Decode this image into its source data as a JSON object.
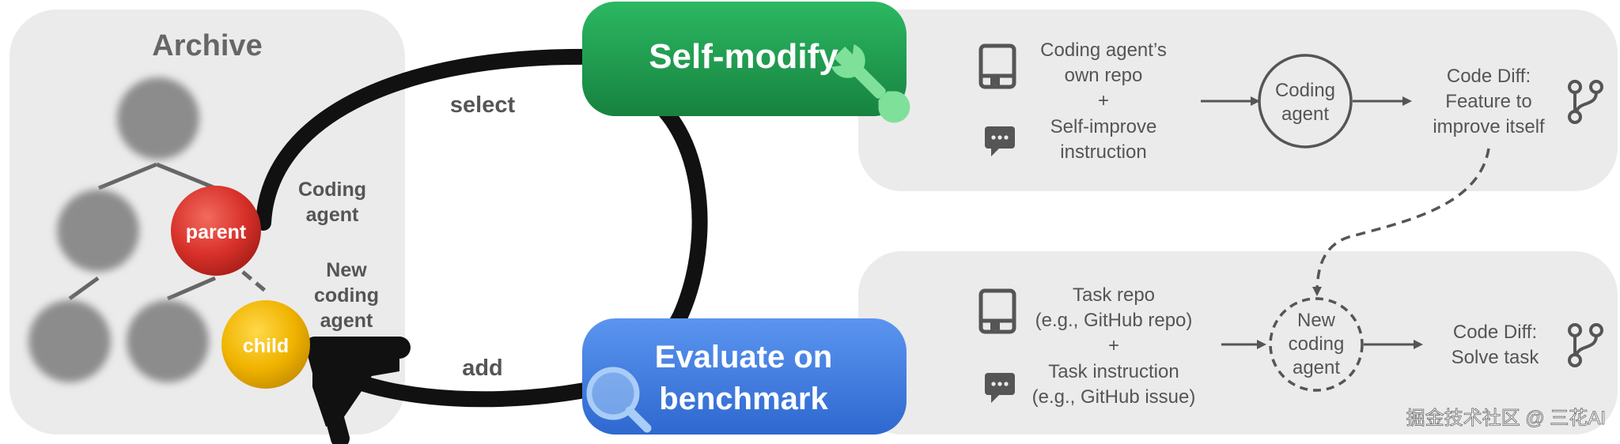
{
  "archive": {
    "title": "Archive",
    "parent_label": "parent",
    "child_label": "child"
  },
  "loop": {
    "select_label": "select",
    "add_label": "add",
    "coding_agent_label": [
      "Coding",
      "agent"
    ],
    "new_coding_agent_label": [
      "New",
      "coding",
      "agent"
    ]
  },
  "self_modify": {
    "title": "Self-modify",
    "repo_text": [
      "Coding agent’s",
      "own repo"
    ],
    "plus": "+",
    "instruction_text": [
      "Self-improve",
      "instruction"
    ],
    "agent_circle": [
      "Coding",
      "agent"
    ],
    "diff_text": [
      "Code Diff:",
      "Feature to",
      "improve itself"
    ]
  },
  "evaluate": {
    "title": [
      "Evaluate on",
      "benchmark"
    ],
    "repo_text": [
      "Task repo",
      "(e.g., GitHub repo)"
    ],
    "plus": "+",
    "instruction_text": [
      "Task instruction",
      "(e.g., GitHub issue)"
    ],
    "agent_circle": [
      "New",
      "coding",
      "agent"
    ],
    "diff_text": [
      "Code Diff:",
      "Solve task"
    ]
  },
  "watermark": "掘金技术社区 @ 三花AI",
  "colors": {
    "self_modify_green": "#1e9a4e",
    "evaluate_blue": "#3f7fe0",
    "parent_red": "#d8312a",
    "child_yellow": "#f0b400",
    "panel_gray": "#ebebeb",
    "node_gray": "#8c8c8c"
  }
}
